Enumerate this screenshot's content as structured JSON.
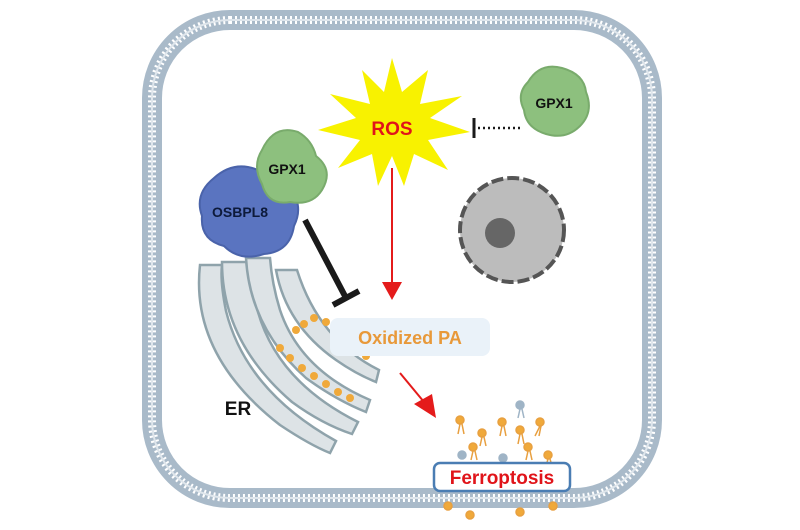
{
  "labels": {
    "ros": "ROS",
    "gpx1_free": "GPX1",
    "gpx1_bound": "GPX1",
    "osbpl8": "OSBPL8",
    "oxidized_pa": "Oxidized PA",
    "er": "ER",
    "ferroptosis": "Ferroptosis"
  },
  "colors": {
    "membrane": "#a9bac9",
    "ros_star": "#f8f200",
    "ros_text": "#e0141a",
    "gpx1": "#8dc07e",
    "osbpl8": "#5a74c0",
    "arrow_red": "#e41b1b",
    "inhibit": "#1a1a1a",
    "oxidized_pa_text": "#e8993a",
    "oxidized_pa_bg": "#eaf2f9",
    "ferroptosis_text": "#e0141a",
    "ferroptosis_border": "#4a7db3",
    "lipid_head": "#f0a93a",
    "er_fill": "#dde3e6",
    "nucleus": "#bcbcbc"
  }
}
